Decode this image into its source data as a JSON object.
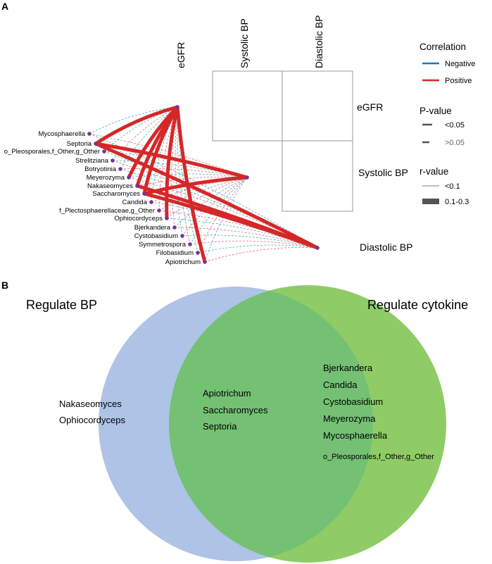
{
  "panel_a": {
    "label": "A",
    "column_headers": [
      "eGFR",
      "Systolic BP",
      "Diastolic BP"
    ],
    "row_labels": [
      "eGFR",
      "Systolic BP",
      "Diastolic BP"
    ],
    "taxa": [
      "Mycosphaerella",
      "Septoria",
      "o_Pleosporales,f_Other,g_Other",
      "Strelitziana",
      "Botryotinia",
      "Meyerozyma",
      "Nakaseomyces",
      "Saccharomyces",
      "Candida",
      "f_Plectosphaerellaceae,g_Other",
      "Ophiocordyceps",
      "Bjerkandera",
      "Cystobasidium",
      "Symmetrospora",
      "Filobasidium",
      "Apiotrichum"
    ],
    "targets": [
      "eGFR",
      "Systolic BP",
      "Diastolic BP"
    ],
    "strong_links": [
      [
        "Septoria",
        "eGFR"
      ],
      [
        "Meyerozyma",
        "eGFR"
      ],
      [
        "Nakaseomyces",
        "eGFR"
      ],
      [
        "Saccharomyces",
        "eGFR"
      ],
      [
        "Ophiocordyceps",
        "eGFR"
      ],
      [
        "Apiotrichum",
        "eGFR"
      ],
      [
        "Septoria",
        "Systolic BP"
      ],
      [
        "Saccharomyces",
        "Systolic BP"
      ],
      [
        "Septoria",
        "Diastolic BP"
      ],
      [
        "Nakaseomyces",
        "Diastolic BP"
      ],
      [
        "Saccharomyces",
        "Diastolic BP"
      ]
    ],
    "legend": {
      "correlation_title": "Correlation",
      "negative_label": "Negative",
      "positive_label": "Positive",
      "pvalue_title": "P-value",
      "p_sig_label": "<0.05",
      "p_ns_label": ">0.05",
      "rvalue_title": "r-value",
      "r_small_label": "<0.1",
      "r_large_label": "0.1-0.3"
    },
    "colors": {
      "negative": "#1f77b4",
      "positive": "#d62728",
      "node": "#7b3294",
      "negative_dash": "#2aa6a0",
      "positive_dash": "#e0506a"
    }
  },
  "panel_b": {
    "label": "B",
    "left_title": "Regulate BP",
    "right_title": "Regulate cytokine",
    "left_only": [
      "Nakaseomyces",
      "Ophiocordyceps"
    ],
    "both": [
      "Apiotrichum",
      "Saccharomyces",
      "Septoria"
    ],
    "right_only": [
      "Bjerkandera",
      "Candida",
      "Cystobasidium",
      "Meyerozyma",
      "Mycosphaerella",
      "o_Pleosporales,f_Other,g_Other"
    ],
    "colors": {
      "left": "#aec3e6",
      "right": "#8fcc66",
      "overlap": "#74c174"
    }
  }
}
